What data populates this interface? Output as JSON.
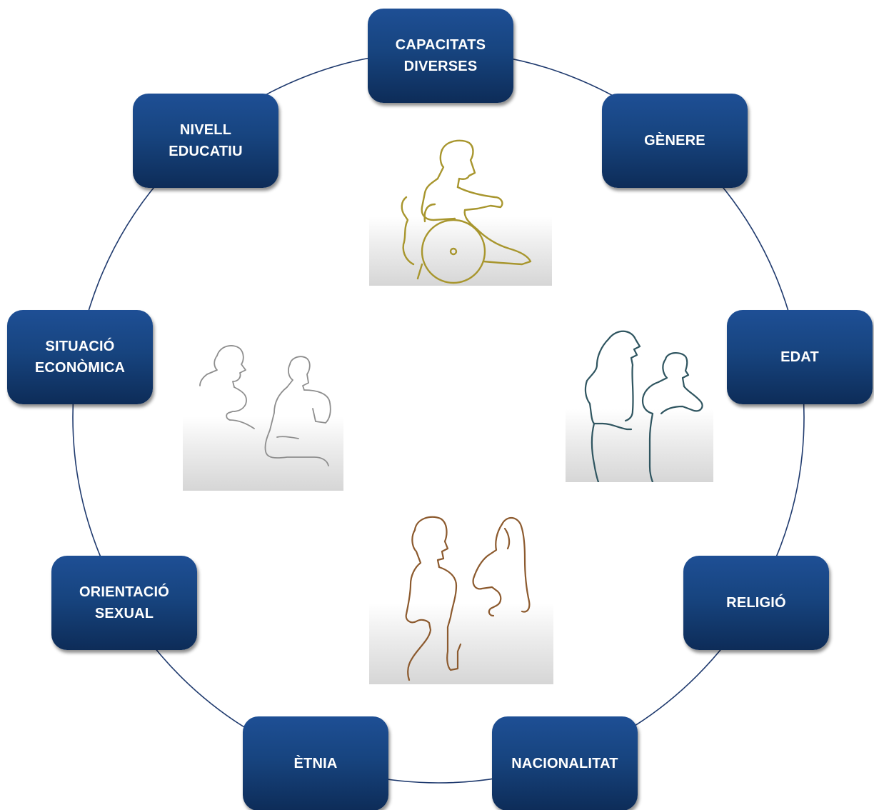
{
  "diagram": {
    "ring_color": "#1f3a6e",
    "box_color": "#17447f",
    "nodes": [
      {
        "id": "capacitats",
        "label": "CAPACITATS\nDIVERSES"
      },
      {
        "id": "genere",
        "label": "GÈNERE"
      },
      {
        "id": "edat",
        "label": "EDAT"
      },
      {
        "id": "religio",
        "label": "RELIGIÓ"
      },
      {
        "id": "nacionalitat",
        "label": "NACIONALITAT"
      },
      {
        "id": "etnia",
        "label": "ÈTNIA"
      },
      {
        "id": "orientacio",
        "label": "ORIENTACIÓ\nSEXUAL"
      },
      {
        "id": "situacio",
        "label": "SITUACIÓ\nECONÒMICA"
      },
      {
        "id": "nivell",
        "label": "NIVELL\nEDUCATIU"
      }
    ],
    "illustrations": [
      {
        "id": "wheelchair",
        "icon": "person-in-wheelchair-icon",
        "stroke": "#a8962e"
      },
      {
        "id": "elderly",
        "icon": "two-older-people-icon",
        "stroke": "#2f5560"
      },
      {
        "id": "couple",
        "icon": "man-and-veiled-woman-icon",
        "stroke": "#8c5a2e"
      },
      {
        "id": "workers",
        "icon": "two-men-talking-icon",
        "stroke": "#8e8e8e"
      }
    ]
  }
}
